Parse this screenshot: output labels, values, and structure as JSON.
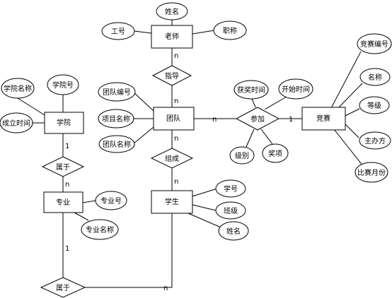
{
  "entities": {
    "teacher": "老师",
    "team": "团队",
    "competition": "竞赛",
    "college": "学院",
    "major": "专业",
    "student": "学生"
  },
  "relationships": {
    "guide": "指导",
    "participate": "参加",
    "compose": "组成",
    "college_major": "属于",
    "major_student": "属于"
  },
  "attributes": {
    "teacher_name": "姓名",
    "teacher_id": "工号",
    "teacher_title": "职称",
    "team_id": "团队编号",
    "team_project": "项目名称",
    "team_name": "团队名称",
    "award_time": "获奖时间",
    "start_time": "开始时间",
    "level": "级别",
    "award": "奖项",
    "comp_id": "竞赛编号",
    "comp_name": "名称",
    "comp_grade": "等级",
    "comp_host": "主办方",
    "comp_month": "比赛月份",
    "college_name": "学院名称",
    "college_id": "学院号",
    "college_founded": "成立时间",
    "major_id": "专业号",
    "major_name": "专业名称",
    "student_id": "学号",
    "student_class": "班级",
    "student_name": "姓名"
  },
  "cardinalities": {
    "teacher_guide": "n",
    "guide_team": "n",
    "team_participate": "n",
    "participate_competition": "1",
    "team_compose": "n",
    "compose_student": "n",
    "college_rel": "1",
    "rel_major": "n",
    "major_rel": "1",
    "rel_student": "n"
  }
}
